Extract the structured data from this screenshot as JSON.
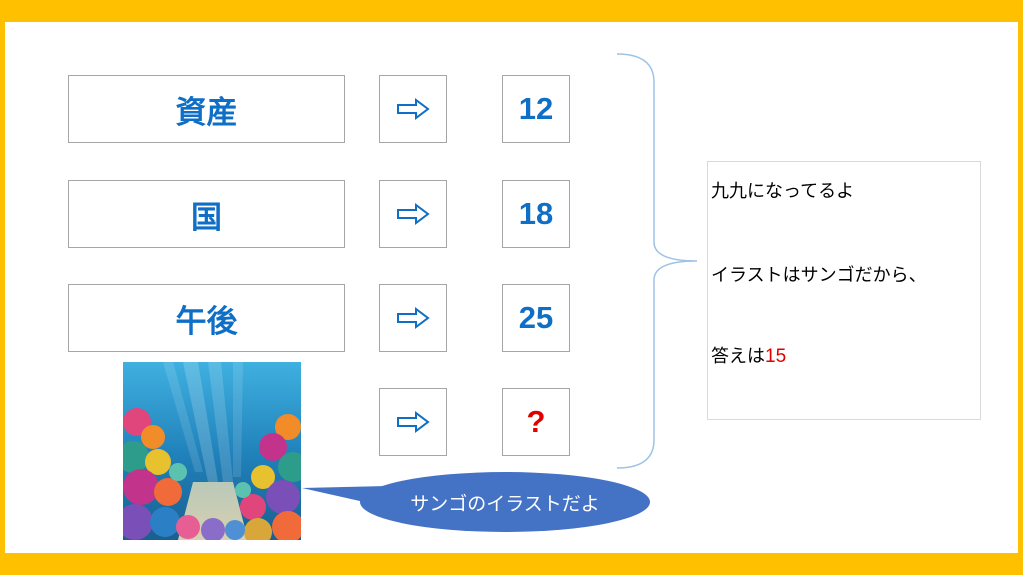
{
  "rows": [
    {
      "word": "資産",
      "number": "12"
    },
    {
      "word": "国",
      "number": "18"
    },
    {
      "word": "午後",
      "number": "25"
    },
    {
      "word": "",
      "number": "?"
    }
  ],
  "note": {
    "line1": "九九になってるよ",
    "line2": "イラストはサンゴだから、",
    "line3_prefix": "答えは",
    "answer": "15"
  },
  "callout": {
    "text": "サンゴのイラストだよ"
  },
  "image": {
    "icon": "coral-reef-illustration"
  },
  "colors": {
    "frame": "#ffc000",
    "word_text": "#0f6ec5",
    "answer_red": "#e00000",
    "callout_fill": "#4472c4"
  }
}
